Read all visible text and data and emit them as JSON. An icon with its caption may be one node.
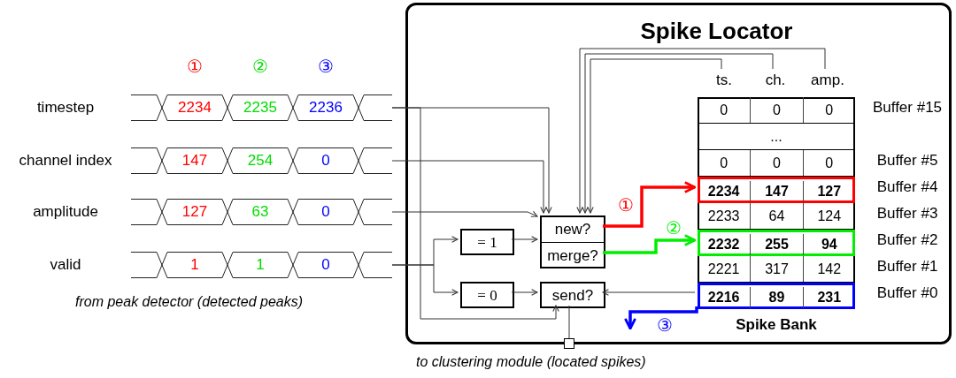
{
  "diagram": {
    "nodes": [
      {
        "text": [
          "Spike Locator"
        ]
      },
      {
        "text": [
          "2234",
          "2235",
          "2236"
        ],
        "beside": [
          "timestep"
        ]
      },
      {
        "text": [
          "147",
          "254",
          "0"
        ],
        "beside": [
          "channel index"
        ]
      },
      {
        "text": [
          "127",
          "63",
          "0"
        ],
        "beside": [
          "amplitude"
        ]
      },
      {
        "text": [
          "1",
          "1",
          "0"
        ],
        "beside": [
          "valid"
        ]
      },
      {
        "text": [
          "ts."
        ],
        "in": 0
      },
      {
        "text": [
          "ch."
        ],
        "in": 0
      },
      {
        "text": [
          "amp."
        ],
        "in": 0
      },
      {
        "text": [
          "Spike Bank"
        ],
        "in": 0
      },
      {
        "text": [
          "0",
          "0",
          "0"
        ],
        "beside": [
          "Buffer #15"
        ],
        "in": 8
      },
      {
        "text": [
          "..."
        ],
        "in": 8
      },
      {
        "text": [
          "0",
          "0",
          "0"
        ],
        "beside": [
          "Buffer #5"
        ],
        "in": 8
      },
      {
        "text": [
          "2234",
          "147",
          "127"
        ],
        "beside": [
          "Buffer #4"
        ],
        "in": 8
      },
      {
        "text": [
          "2233",
          "64",
          "124"
        ],
        "beside": [
          "Buffer #3"
        ],
        "in": 8
      },
      {
        "text": [
          "2232",
          "255",
          "94"
        ],
        "beside": [
          "Buffer #2"
        ],
        "in": 8
      },
      {
        "text": [
          "2221",
          "317",
          "142"
        ],
        "beside": [
          "Buffer #1"
        ],
        "in": 8
      },
      {
        "text": [
          "2216",
          "89",
          "231"
        ],
        "beside": [
          "Buffer #0"
        ],
        "in": 8
      },
      {
        "text": [
          "new?",
          "merge?"
        ],
        "in": 0
      },
      {
        "text": [
          "= 1"
        ],
        "in": 0
      },
      {
        "text": [
          "= 0"
        ],
        "in": 0
      },
      {
        "text": [
          "send?"
        ],
        "in": 0
      },
      {
        "text": [],
        "shape": "box",
        "beside": [
          "to clustering module (located spikes)"
        ]
      }
    ],
    "edges": [
      {
        "from": 1,
        "to": 17,
        "arrow": "to"
      },
      {
        "from": 1,
        "to": 20,
        "arrow": "to"
      },
      {
        "from": 2,
        "to": 17,
        "arrow": "to"
      },
      {
        "from": 3,
        "to": 17,
        "arrow": "to"
      },
      {
        "from": 4,
        "to": 18,
        "arrow": "to"
      },
      {
        "from": 4,
        "to": 19,
        "arrow": "to"
      },
      {
        "from": 18,
        "to": 17,
        "arrow": "to"
      },
      {
        "from": 19,
        "to": 20,
        "arrow": "to"
      },
      {
        "from": 5,
        "to": 17,
        "arrow": "to"
      },
      {
        "from": 6,
        "to": 17,
        "arrow": "to"
      },
      {
        "from": 7,
        "to": 17,
        "arrow": "to"
      },
      {
        "from": 17,
        "to": 12,
        "arrow": "to",
        "label": "①",
        "style": "thick",
        "color": "#ff0000"
      },
      {
        "from": 17,
        "to": 14,
        "arrow": "to",
        "label": "②",
        "style": "thick",
        "color": "#00ee00"
      },
      {
        "from": 16,
        "to": 20,
        "arrow": "to"
      },
      {
        "from": 16,
        "to": null,
        "arrow": "to",
        "label": "③",
        "style": "thick",
        "color": "#0000ff"
      },
      {
        "from": 20,
        "to": 21,
        "arrow": "none"
      }
    ],
    "labels": [
      "①",
      "②",
      "③",
      "from peak detector (detected peaks)"
    ]
  }
}
